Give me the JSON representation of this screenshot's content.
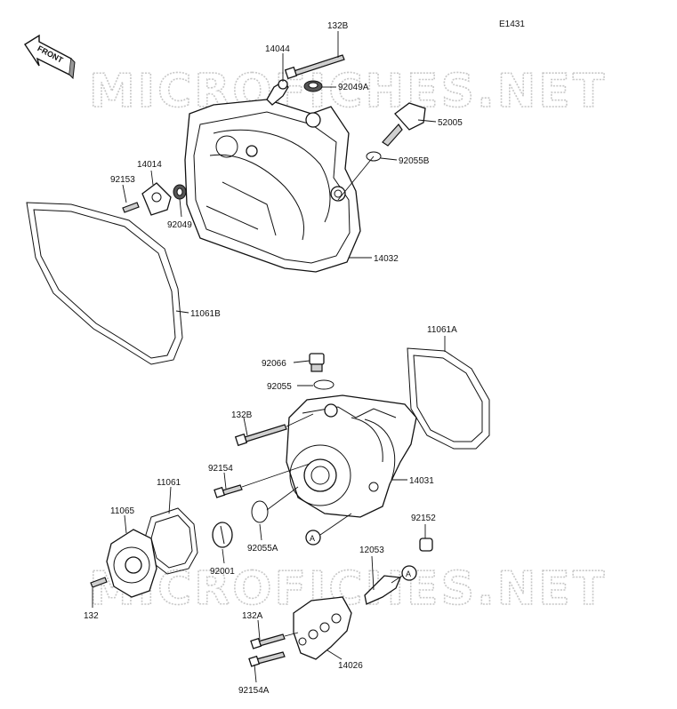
{
  "diagram_code": "E1431",
  "front_label": "FRONT",
  "watermark": "MICROFICHES.NET",
  "callout_marker": "A",
  "part_labels": {
    "p132B_top": "132B",
    "p14044": "14044",
    "p92049A": "92049A",
    "p52005": "52005",
    "p92055B": "92055B",
    "p14014": "14014",
    "p92153": "92153",
    "p92049": "92049",
    "p14032": "14032",
    "p11061B": "11061B",
    "p11061A": "11061A",
    "p92066": "92066",
    "p92055": "92055",
    "p132B_mid": "132B",
    "p14031": "14031",
    "p92154": "92154",
    "p11061": "11061",
    "p11065": "11065",
    "p92055A": "92055A",
    "p92001": "92001",
    "p92152": "92152",
    "p12053": "12053",
    "p132": "132",
    "p132A": "132A",
    "p14026": "14026",
    "p92154A": "92154A"
  }
}
